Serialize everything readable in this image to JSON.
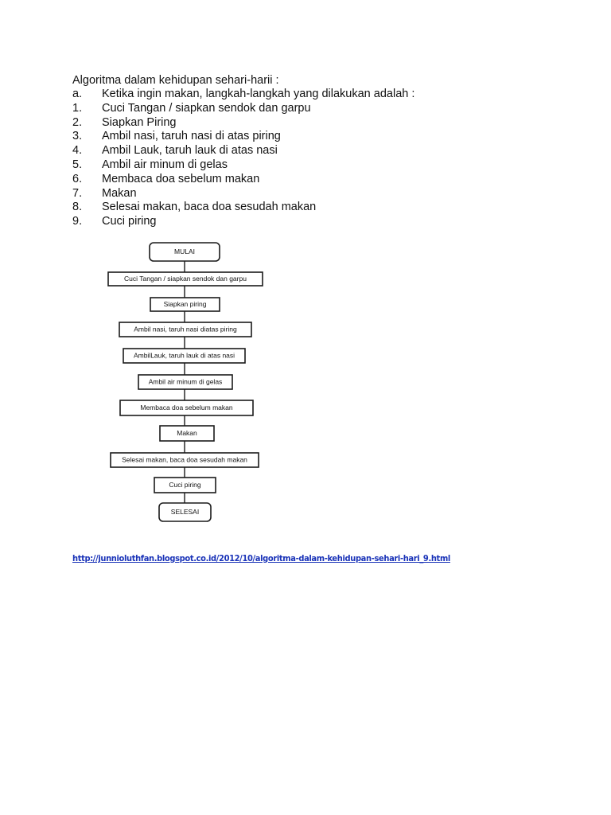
{
  "document": {
    "title": "Algoritma dalam kehidupan sehari-harii :",
    "steps": [
      {
        "num": "a.",
        "text": "Ketika ingin makan, langkah-langkah yang dilakukan adalah :"
      },
      {
        "num": "1.",
        "text": "Cuci Tangan / siapkan sendok dan garpu"
      },
      {
        "num": "2.",
        "text": "Siapkan Piring"
      },
      {
        "num": "3.",
        "text": "Ambil nasi, taruh nasi di atas piring"
      },
      {
        "num": "4.",
        "text": "Ambil Lauk, taruh lauk di atas nasi"
      },
      {
        "num": "5.",
        "text": "Ambil air minum di gelas"
      },
      {
        "num": "6.",
        "text": "Membaca doa sebelum makan"
      },
      {
        "num": "7.",
        "text": "Makan"
      },
      {
        "num": "8.",
        "text": "Selesai makan, baca doa sesudah makan"
      },
      {
        "num": "9.",
        "text": "Cuci piring"
      }
    ],
    "source_link": "http://junnioluthfan.blogspot.co.id/2012/10/algoritma-dalam-kehidupan-sehari-hari_9.html"
  },
  "flowchart": {
    "nodes": [
      {
        "label": "MULAI",
        "shape": "terminal"
      },
      {
        "label": "Cuci Tangan / siapkan sendok dan garpu",
        "shape": "process"
      },
      {
        "label": "Siapkan piring",
        "shape": "process"
      },
      {
        "label": "Ambil nasi, taruh nasi diatas piring",
        "shape": "process"
      },
      {
        "label": "AmbilLauk, taruh lauk di atas nasi",
        "shape": "process"
      },
      {
        "label": "Ambil air minum di gelas",
        "shape": "process"
      },
      {
        "label": "Membaca doa sebelum makan",
        "shape": "process"
      },
      {
        "label": "Makan",
        "shape": "process"
      },
      {
        "label": "Selesai makan, baca doa sesudah makan",
        "shape": "process"
      },
      {
        "label": "Cuci piring",
        "shape": "process"
      },
      {
        "label": "SELESAI",
        "shape": "terminal"
      }
    ]
  }
}
